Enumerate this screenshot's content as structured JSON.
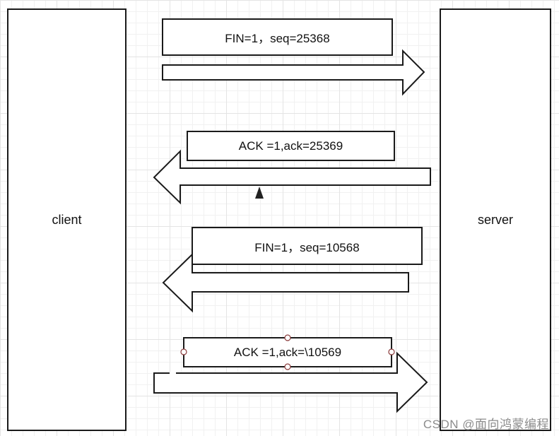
{
  "client_label": "client",
  "server_label": "server",
  "messages": [
    {
      "text": "FIN=1，seq=25368",
      "direction": "client-to-server"
    },
    {
      "text": "ACK =1,ack=25369",
      "direction": "server-to-client"
    },
    {
      "text": "FIN=1，seq=10568",
      "direction": "server-to-client"
    },
    {
      "text": "ACK =1,ack=\\10569",
      "direction": "client-to-server"
    }
  ],
  "watermark": "CSDN @面向鸿蒙编程"
}
